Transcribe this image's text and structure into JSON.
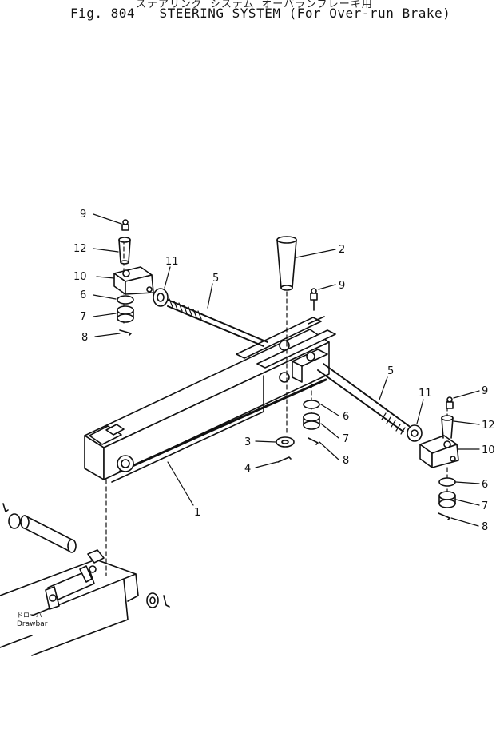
{
  "header": {
    "jp_title": "ステアリング システム  オーバランブレーキ用",
    "fig_label": "Fig. 804",
    "title": "STEERING SYSTEM (For Over-run Brake)"
  },
  "callouts": {
    "p1": "1",
    "p2": "2",
    "p3": "3",
    "p4": "4",
    "p5_left": "5",
    "p5_right": "5",
    "p6_upper_left": "6",
    "p6_center": "6",
    "p6_right": "6",
    "p7_upper_left": "7",
    "p7_center": "7",
    "p7_right": "7",
    "p8_upper_left": "8",
    "p8_center": "8",
    "p8_right": "8",
    "p9_upper_left": "9",
    "p9_center": "9",
    "p9_right": "9",
    "p10_left": "10",
    "p10_right": "10",
    "p11_left": "11",
    "p11_right": "11",
    "p12_left": "12",
    "p12_right": "12"
  },
  "drawbar": {
    "label_jp": "ドローバ",
    "label_en": "Drawbar"
  }
}
